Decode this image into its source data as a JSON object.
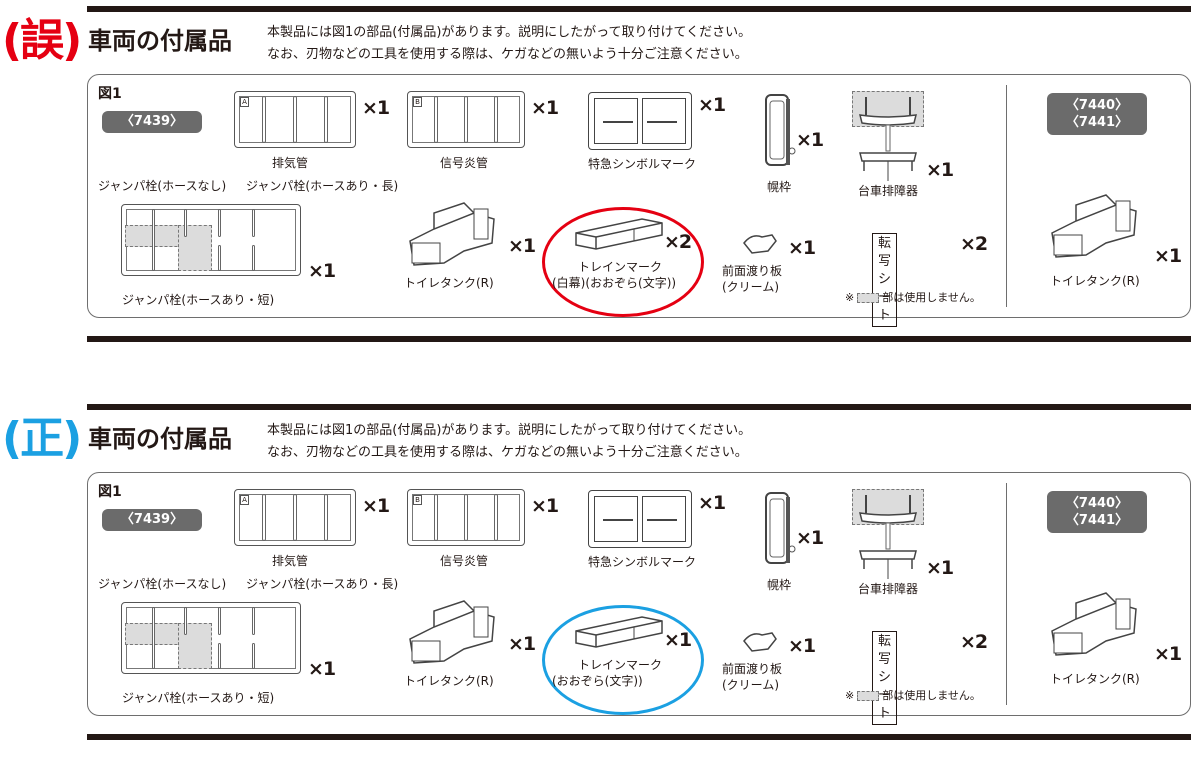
{
  "sections": [
    {
      "verdict": "(誤)",
      "verdict_color": "#e50012",
      "heading": "車両の付属品",
      "intro": [
        "本製品には図1の部品(付属品)があります。説明にしたがって取り付けてください。",
        "なお、刃物などの工具を使用する際は、ケガなどの無いよう十分ご注意ください。"
      ],
      "figure_label": "図1",
      "model_left": "〈7439〉",
      "model_right": [
        "〈7440〉",
        "〈7441〉"
      ],
      "parts": {
        "exhaust": {
          "label": "排気管",
          "qty": "×1",
          "tag": "A"
        },
        "flare": {
          "label": "信号炎管",
          "qty": "×1",
          "tag": "B"
        },
        "symbol": {
          "label": "特急シンボルマーク",
          "qty": "×1"
        },
        "hood": {
          "label": "幌枠",
          "qty": "×1"
        },
        "skirt": {
          "label": "台車排障器",
          "qty": "×1"
        },
        "jumper": {
          "label_none": "ジャンパ栓(ホースなし)",
          "label_long": "ジャンパ栓(ホースあり・長)",
          "label_short": "ジャンパ栓(ホースあり・短)",
          "qty": "×1"
        },
        "toilet": {
          "label": "トイレタンク(R)",
          "qty": "×1"
        },
        "trainmark": {
          "label1": "トレインマーク",
          "label2": "(白幕)(おおぞら(文字))",
          "qty": "×2"
        },
        "gangway": {
          "label1": "前面渡り板",
          "label2": "(クリーム)",
          "qty": "×1"
        },
        "transfer": {
          "label": "転写シート",
          "qty": "×2"
        },
        "toilet_right": {
          "label": "トイレタンク(R)",
          "qty": "×1"
        }
      },
      "note": {
        "prefix": "※",
        "suffix": "部は使用しません。"
      }
    },
    {
      "verdict": "(正)",
      "verdict_color": "#1ba0e2",
      "heading": "車両の付属品",
      "intro": [
        "本製品には図1の部品(付属品)があります。説明にしたがって取り付けてください。",
        "なお、刃物などの工具を使用する際は、ケガなどの無いよう十分ご注意ください。"
      ],
      "figure_label": "図1",
      "model_left": "〈7439〉",
      "model_right": [
        "〈7440〉",
        "〈7441〉"
      ],
      "parts": {
        "exhaust": {
          "label": "排気管",
          "qty": "×1",
          "tag": "A"
        },
        "flare": {
          "label": "信号炎管",
          "qty": "×1",
          "tag": "B"
        },
        "symbol": {
          "label": "特急シンボルマーク",
          "qty": "×1"
        },
        "hood": {
          "label": "幌枠",
          "qty": "×1"
        },
        "skirt": {
          "label": "台車排障器",
          "qty": "×1"
        },
        "jumper": {
          "label_none": "ジャンパ栓(ホースなし)",
          "label_long": "ジャンパ栓(ホースあり・長)",
          "label_short": "ジャンパ栓(ホースあり・短)",
          "qty": "×1"
        },
        "toilet": {
          "label": "トイレタンク(R)",
          "qty": "×1"
        },
        "trainmark": {
          "label1": "トレインマーク",
          "label2": "(おおぞら(文字))",
          "qty": "×1"
        },
        "gangway": {
          "label1": "前面渡り板",
          "label2": "(クリーム)",
          "qty": "×1"
        },
        "transfer": {
          "label": "転写シート",
          "qty": "×2"
        },
        "toilet_right": {
          "label": "トイレタンク(R)",
          "qty": "×1"
        }
      },
      "note": {
        "prefix": "※",
        "suffix": "部は使用しません。"
      }
    }
  ]
}
